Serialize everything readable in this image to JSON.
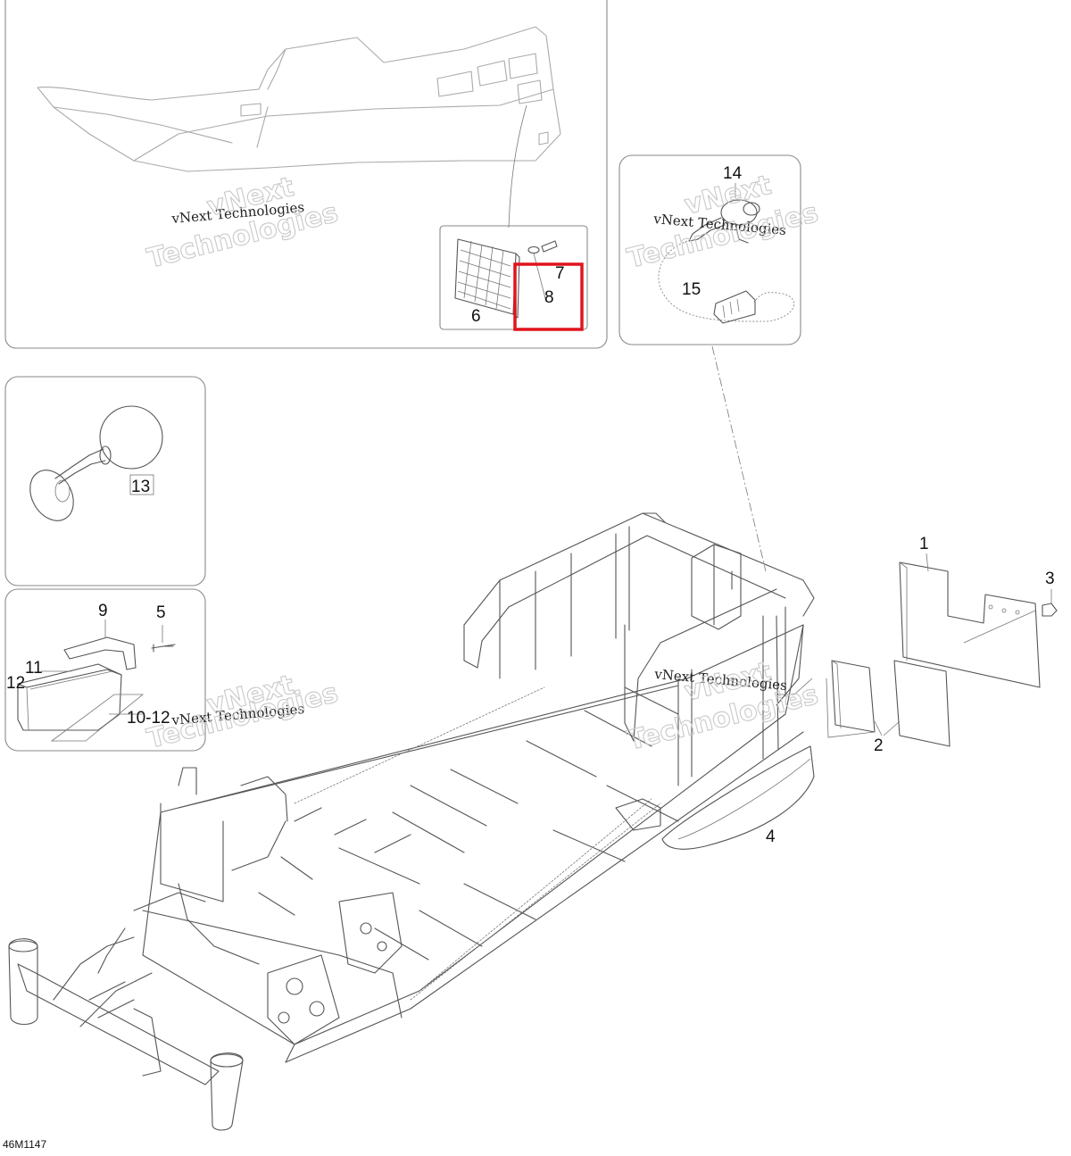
{
  "figure_code": "46M1147",
  "watermark": {
    "small_text": "vNext Technologies",
    "big_line1": "vNext",
    "big_line2": "Technologies"
  },
  "callouts": {
    "c1": "1",
    "c2": "2",
    "c3": "3",
    "c4": "4",
    "c5": "5",
    "c6": "6",
    "c7": "7",
    "c8": "8",
    "c9": "9",
    "c10_12": "10-12",
    "c11": "11",
    "c12": "12",
    "c13": "13",
    "c14": "14",
    "c15": "15"
  },
  "highlight": {
    "target": "8",
    "color": "#e0141c"
  },
  "colors": {
    "line": "#555555",
    "panel": "#8a8a8a",
    "watermark": "#c9c9c9"
  }
}
